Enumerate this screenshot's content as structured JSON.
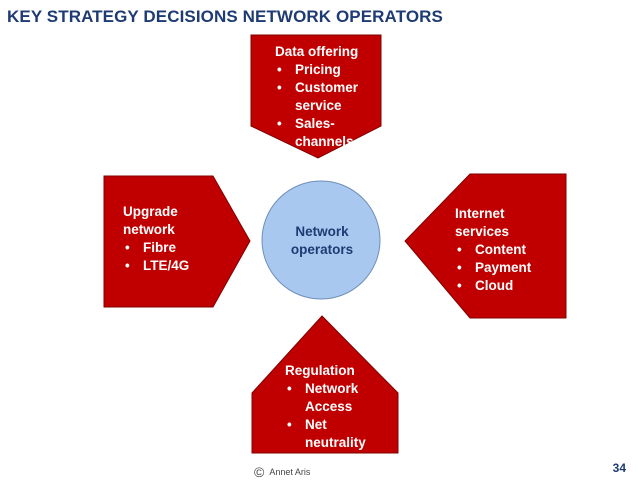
{
  "title": "KEY STRATEGY DECISIONS NETWORK OPERATORS",
  "colors": {
    "shape_fill": "#c00000",
    "shape_stroke": "#7f0000",
    "circle_fill": "#a9c8f0",
    "title_color": "#1f3b73"
  },
  "center": {
    "text": "Network\noperators"
  },
  "top_box": {
    "heading": "Data offering",
    "items": [
      "Pricing",
      "Customer service",
      "Sales-channels"
    ]
  },
  "left_box": {
    "heading": "Upgrade\nnetwork",
    "items": [
      "Fibre",
      "LTE/4G"
    ]
  },
  "right_box": {
    "heading": "Internet\nservices",
    "items": [
      "Content",
      "Payment",
      "Cloud"
    ]
  },
  "bottom_box": {
    "heading": "Regulation",
    "items": [
      "Network Access",
      "Net neutrality"
    ]
  },
  "footer": {
    "copyright_symbol": "©",
    "author": "Annet Aris"
  },
  "page_number": "34"
}
